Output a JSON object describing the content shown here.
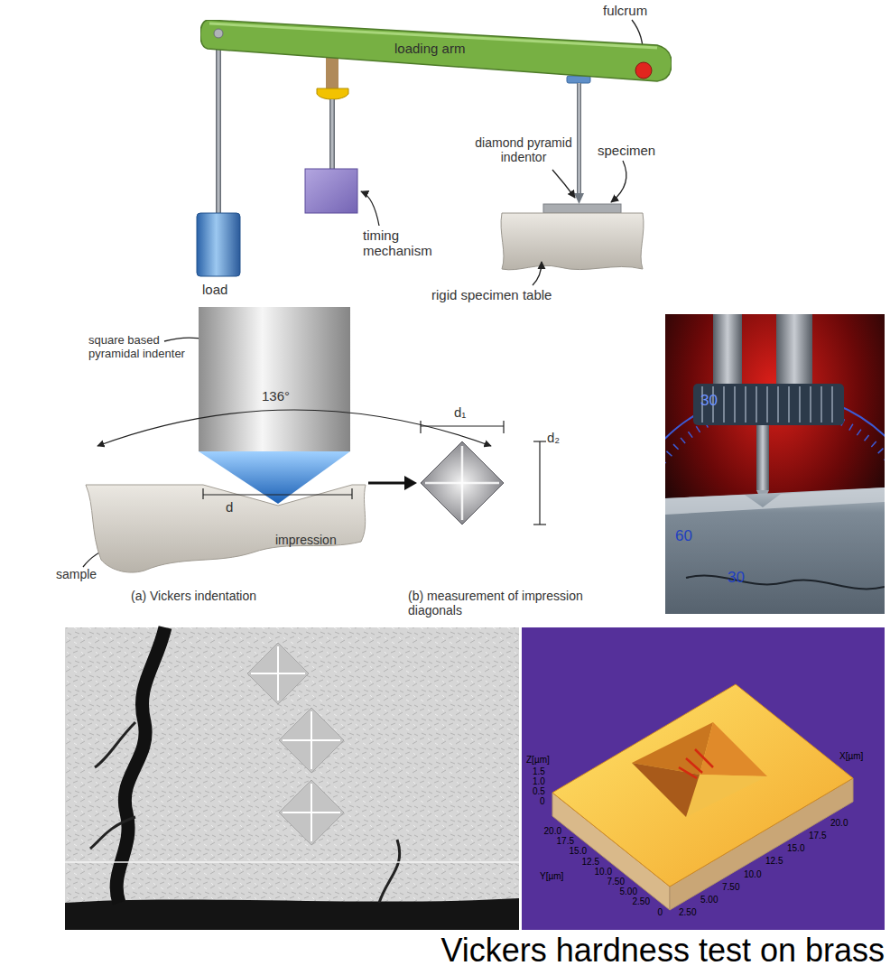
{
  "diagram": {
    "caption": "Vickers hardness test on brass",
    "nodes": [
      {
        "text": [
          "loading arm"
        ]
      }
    ],
    "labels": [
      "fulcrum",
      "timing mechanism",
      "load",
      "diamond pyramid indentor",
      "specimen",
      "rigid specimen table",
      "square based pyramidal indenter",
      "136°",
      "d",
      "impression",
      "sample",
      "(a) Vickers indentation",
      "d₁",
      "d₂",
      "(b) measurement of impression diagonals",
      "30",
      "60",
      "30",
      "Z[µm]",
      "1.5",
      "1.0",
      "0.5",
      "0",
      "X[µm]",
      "20.0",
      "17.5",
      "15.0",
      "12.5",
      "10.0",
      "7.50",
      "5.00",
      "2.50",
      "20.0",
      "17.5",
      "15.0",
      "12.5",
      "10.0",
      "7.50",
      "5.00",
      "2.50",
      "0",
      "Y[µm]"
    ]
  }
}
